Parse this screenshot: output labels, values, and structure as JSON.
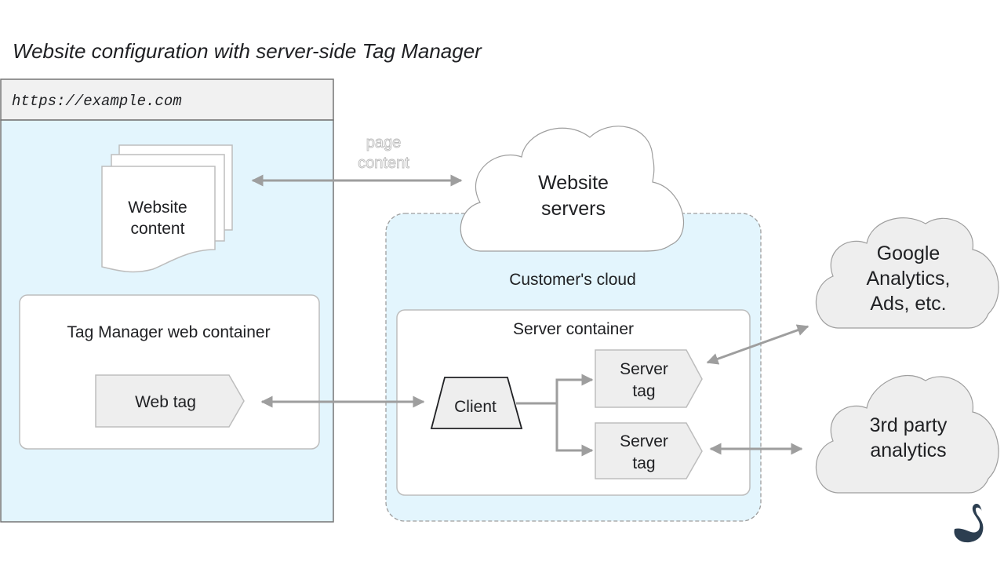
{
  "title": "Website configuration with server-side Tag Manager",
  "browser": {
    "url": "https://example.com",
    "website_content": [
      "Website",
      "content"
    ],
    "web_container": {
      "label": "Tag Manager web container",
      "web_tag": "Web tag"
    }
  },
  "page_content_label": [
    "page",
    "content"
  ],
  "website_servers": [
    "Website",
    "servers"
  ],
  "customers_cloud": {
    "label": "Customer's cloud",
    "server_container": {
      "label": "Server container",
      "client": "Client",
      "server_tags": [
        [
          "Server",
          "tag"
        ],
        [
          "Server",
          "tag"
        ]
      ]
    }
  },
  "destinations": [
    [
      "Google",
      "Analytics,",
      "Ads, etc."
    ],
    [
      "3rd party",
      "analytics"
    ]
  ],
  "colors": {
    "browser_bg": "#e3f5fd",
    "url_bar_bg": "#f1f1f1",
    "arrow": "#9e9e9e",
    "tag_fill": "#eeeeee",
    "cloud_fill": "#eeeeee",
    "logo": "#2c3e50"
  },
  "logo": "swan-icon"
}
